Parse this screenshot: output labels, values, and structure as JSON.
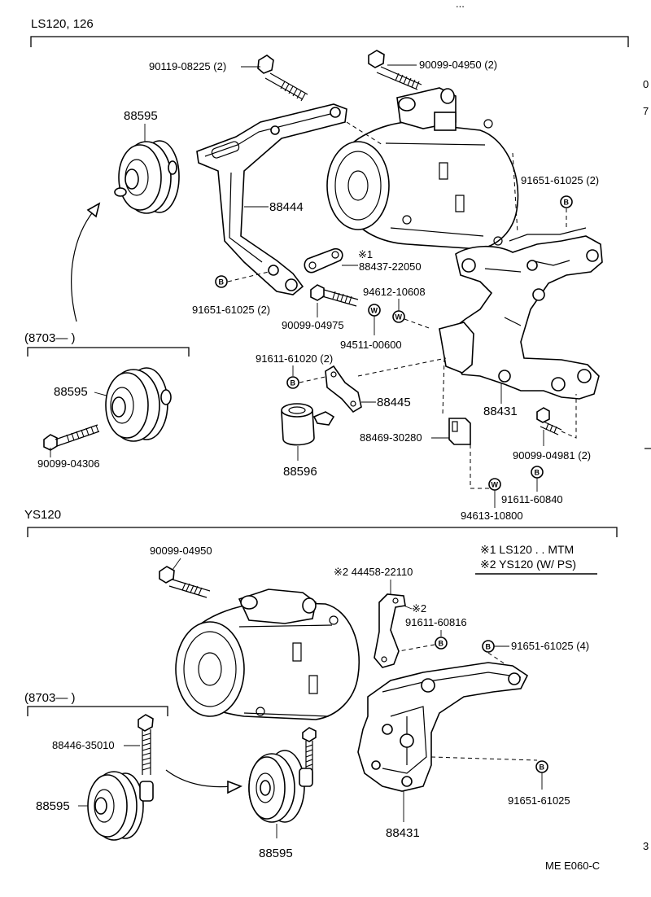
{
  "header_fragment": "...",
  "sections": {
    "top": "LS120, 126",
    "bottom": "YS120"
  },
  "date_ranges": {
    "top": "(8703—        )",
    "bottom": "(8703—        )"
  },
  "symbols": {
    "bolt": "B",
    "washer": "W"
  },
  "notes": {
    "note1": "※1 LS120 . . MTM",
    "note2": "※2 YS120 (W/ PS)"
  },
  "top_labels": {
    "bolt_left": "90119-08225 (2)",
    "bolt_right": "90099-04950 (2)",
    "pulley_top": "88595",
    "bracket": "88444",
    "bolt_right_side": "91651-61025 (2)",
    "note_mark_1": "※1",
    "plate": "88437-22050",
    "bolt_lower_left": "91651-61025 (2)",
    "bolt_mid": "90099-04975",
    "washer_a": "94612-10608",
    "washer_b": "94511-00600",
    "bolt_small": "91611-61020 (2)",
    "plate_small": "88445",
    "bracket_main": "88431",
    "idler": "88596",
    "clip": "88469-30280",
    "bolt_lower_right": "90099-04981 (2)",
    "bolt_tiny": "91611-60840",
    "washer_c": "94613-10800",
    "pulley_mid": "88595",
    "bolt_pulley": "90099-04306"
  },
  "bottom_labels": {
    "bolt_top": "90099-04950",
    "bracket_note": "※2 44458-22110",
    "note_mark_2": "※2",
    "bolt_a": "91611-60816",
    "bolt_b": "91651-61025 (4)",
    "bolt_pulley": "88446-35010",
    "pulley_left": "88595",
    "pulley_right": "88595",
    "bracket_main": "88431",
    "bolt_c": "91651-61025"
  },
  "footer_code": "ME  E060-C",
  "edge_marks": [
    "0",
    "7",
    "3"
  ]
}
